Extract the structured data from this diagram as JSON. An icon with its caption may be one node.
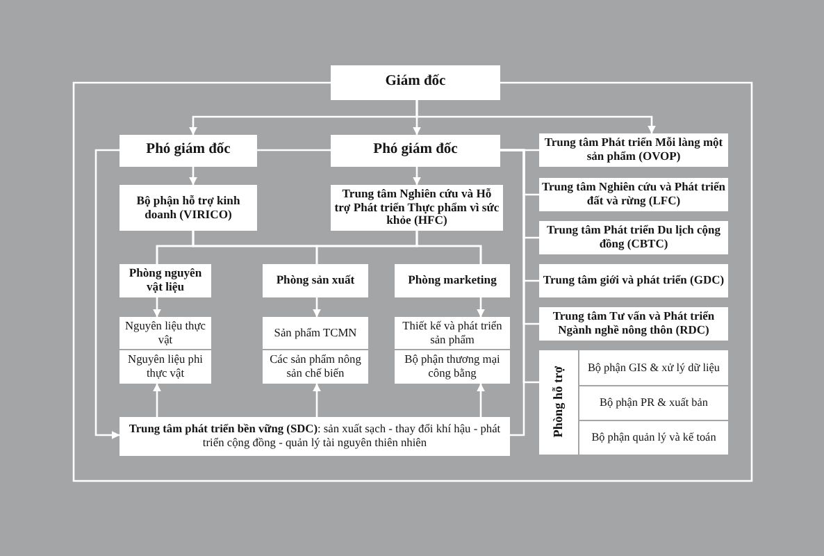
{
  "diagram": {
    "nodes": [
      {
        "text": [
          "Giám đốc"
        ]
      },
      {
        "text": [
          "Phó giám đốc"
        ]
      },
      {
        "text": [
          "Phó giám đốc"
        ]
      },
      {
        "text": [
          "Bộ phận hỗ trợ kinh doanh (VIRICO)"
        ]
      },
      {
        "text": [
          "Trung tâm Nghiên cứu và Hỗ trợ Phát triển Thực phẩm vì sức khỏe (HFC)"
        ]
      },
      {
        "text": [
          "Phòng nguyên vật liệu"
        ]
      },
      {
        "text": [
          "Phòng sản xuất"
        ]
      },
      {
        "text": [
          "Phòng marketing"
        ]
      },
      {
        "text": [
          "Nguyên liệu thực vật"
        ]
      },
      {
        "text": [
          "Nguyên liệu phi thực vật"
        ]
      },
      {
        "text": [
          "Sản phẩm TCMN"
        ]
      },
      {
        "text": [
          "Các sản phẩm nông sản chế biến"
        ]
      },
      {
        "text": [
          "Thiết kế và phát triển sản phẩm"
        ]
      },
      {
        "text": [
          "Bộ phận thương mại công bằng"
        ]
      },
      {
        "text": [
          "**Trung tâm phát triển bền vững (SDC)**: sản xuất sạch - thay đổi khí hậu - phát triển cộng đồng - quản lý tài nguyên thiên nhiên"
        ]
      },
      {
        "text": [
          "Trung tâm Phát triển Mỗi làng một sản phẩm (OVOP)"
        ]
      },
      {
        "text": [
          "Trung tâm Nghiên cứu và Phát triển đất và rừng (LFC)"
        ]
      },
      {
        "text": [
          "Trung tâm Phát triển Du lịch cộng đồng (CBTC)"
        ]
      },
      {
        "text": [
          "Trung tâm giới và phát triển (GDC)"
        ]
      },
      {
        "text": [
          "Trung tâm Tư vấn và Phát triển Ngành nghề nông thôn (RDC)"
        ]
      },
      {
        "text": [
          "Phòng hỗ trợ"
        ]
      },
      {
        "text": [
          "Bộ phận GIS & xử lý dữ liệu"
        ],
        "in": 20
      },
      {
        "text": [
          "Bộ phận PR & xuất bản"
        ],
        "in": 20
      },
      {
        "text": [
          "Bộ phận quản lý và kế toán"
        ],
        "in": 20
      }
    ],
    "edges": [
      {
        "from": 0,
        "to": 1,
        "arrow": "to"
      },
      {
        "from": 0,
        "to": 2,
        "arrow": "to"
      },
      {
        "from": 0,
        "to": 15,
        "arrow": "to"
      },
      {
        "from": 1,
        "to": 2,
        "arrow": "none"
      },
      {
        "from": 1,
        "to": 3,
        "arrow": "to"
      },
      {
        "from": 2,
        "to": 4,
        "arrow": "to"
      },
      {
        "from": 1,
        "to": 14,
        "arrow": "to"
      },
      {
        "from": 3,
        "to": 5,
        "arrow": "none"
      },
      {
        "from": 3,
        "to": 6,
        "arrow": "none"
      },
      {
        "from": 3,
        "to": 7,
        "arrow": "none"
      },
      {
        "from": 4,
        "to": 5,
        "arrow": "none"
      },
      {
        "from": 4,
        "to": 6,
        "arrow": "none"
      },
      {
        "from": 4,
        "to": 7,
        "arrow": "none"
      },
      {
        "from": 5,
        "to": 8,
        "arrow": "to"
      },
      {
        "from": 6,
        "to": 10,
        "arrow": "to"
      },
      {
        "from": 7,
        "to": 12,
        "arrow": "to"
      },
      {
        "from": 14,
        "to": 9,
        "arrow": "to"
      },
      {
        "from": 14,
        "to": 11,
        "arrow": "to"
      },
      {
        "from": 14,
        "to": 13,
        "arrow": "to"
      },
      {
        "from": 2,
        "to": 15,
        "arrow": "none"
      },
      {
        "from": 2,
        "to": 16,
        "arrow": "none"
      },
      {
        "from": 2,
        "to": 17,
        "arrow": "none"
      },
      {
        "from": 2,
        "to": 18,
        "arrow": "none"
      },
      {
        "from": 2,
        "to": 19,
        "arrow": "none"
      },
      {
        "from": 2,
        "to": 20,
        "arrow": "none"
      },
      {
        "from": 2,
        "to": 14,
        "arrow": "none"
      }
    ]
  }
}
